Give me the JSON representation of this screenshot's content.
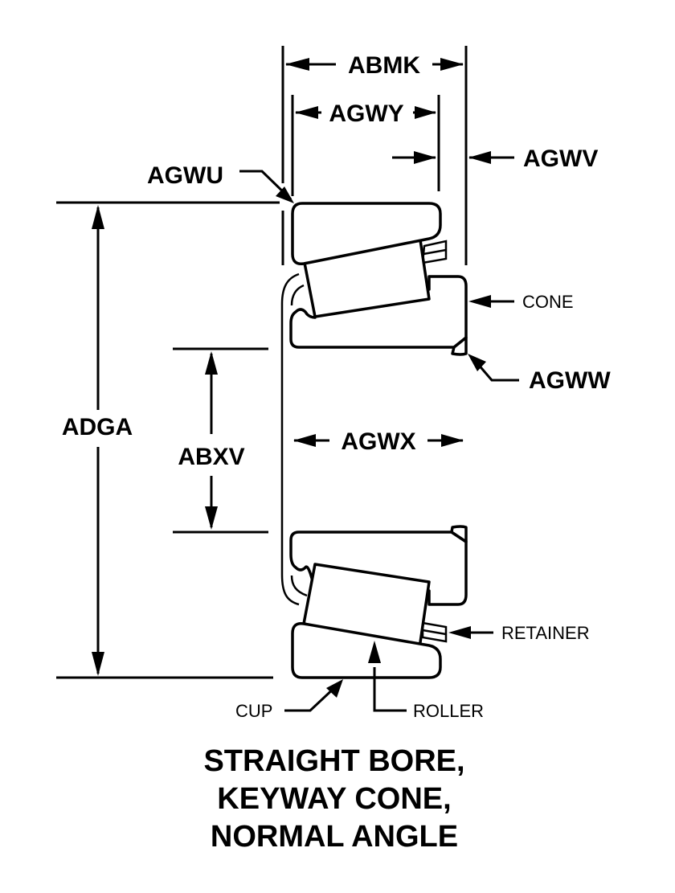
{
  "diagram": {
    "type": "tapered roller bearing dimension drawing",
    "dimension_labels": {
      "abmk": "ABMK",
      "agwy": "AGWY",
      "agwv": "AGWV",
      "agwu": "AGWU",
      "agww": "AGWW",
      "agwx": "AGWX",
      "adga": "ADGA",
      "abxv": "ABXV"
    },
    "part_labels": {
      "cone": "CONE",
      "retainer": "RETAINER",
      "cup": "CUP",
      "roller": "ROLLER"
    },
    "title_lines": [
      "STRAIGHT BORE,",
      "KEYWAY CONE,",
      "NORMAL ANGLE"
    ]
  }
}
